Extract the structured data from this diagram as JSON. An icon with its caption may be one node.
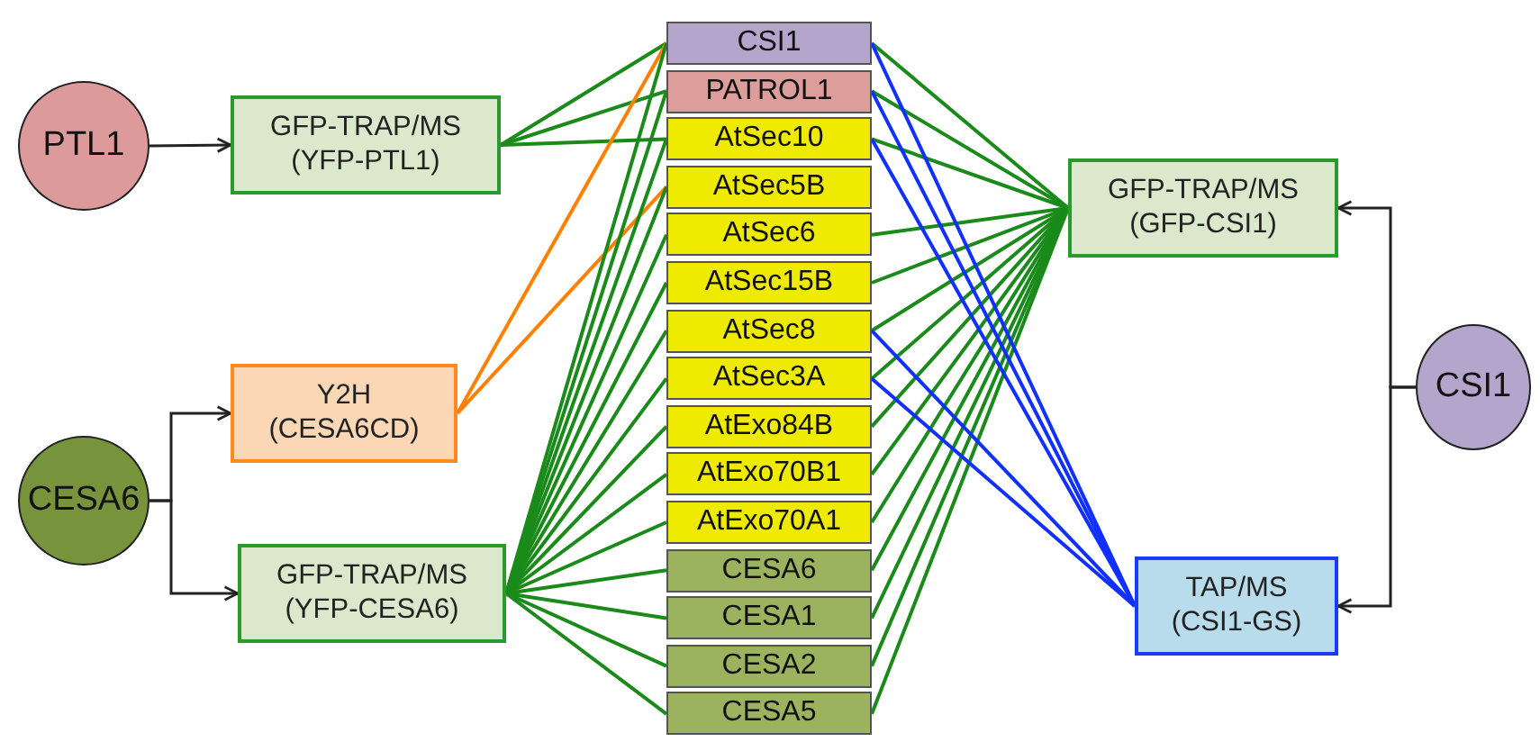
{
  "diagram": {
    "nodes": [
      {
        "text": [
          "PTL1"
        ]
      },
      {
        "text": [
          "GFP-TRAP/MS",
          "(YFP-PTL1)"
        ]
      },
      {
        "text": [
          "CESA6"
        ]
      },
      {
        "text": [
          "Y2H",
          "(CESA6CD)"
        ]
      },
      {
        "text": [
          "GFP-TRAP/MS",
          "(YFP-CESA6)"
        ]
      },
      {
        "text": [
          "CSI1"
        ]
      },
      {
        "text": [
          "PATROL1"
        ]
      },
      {
        "text": [
          "AtSec10"
        ]
      },
      {
        "text": [
          "AtSec5B"
        ]
      },
      {
        "text": [
          "AtSec6"
        ]
      },
      {
        "text": [
          "AtSec15B"
        ]
      },
      {
        "text": [
          "AtSec8"
        ]
      },
      {
        "text": [
          "AtSec3A"
        ]
      },
      {
        "text": [
          "AtExo84B"
        ]
      },
      {
        "text": [
          "AtExo70B1"
        ]
      },
      {
        "text": [
          "AtExo70A1"
        ]
      },
      {
        "text": [
          "CESA6"
        ]
      },
      {
        "text": [
          "CESA1"
        ]
      },
      {
        "text": [
          "CESA2"
        ]
      },
      {
        "text": [
          "CESA5"
        ]
      },
      {
        "text": [
          "GFP-TRAP/MS",
          "(GFP-CSI1)"
        ]
      },
      {
        "text": [
          "CSI1"
        ]
      },
      {
        "text": [
          "TAP/MS",
          "(CSI1-GS)"
        ]
      }
    ],
    "edges": [
      {
        "from": 0,
        "to": 1,
        "arrow": "to",
        "color": "#222222"
      },
      {
        "from": 2,
        "to": 3,
        "arrow": "to",
        "color": "#222222"
      },
      {
        "from": 2,
        "to": 4,
        "arrow": "to",
        "color": "#222222"
      },
      {
        "from": 21,
        "to": 20,
        "arrow": "to",
        "color": "#222222"
      },
      {
        "from": 21,
        "to": 22,
        "arrow": "to",
        "color": "#222222"
      },
      {
        "from": 1,
        "to": 5,
        "arrow": "none"
      },
      {
        "from": 1,
        "to": 6,
        "arrow": "none"
      },
      {
        "from": 1,
        "to": 7,
        "arrow": "none"
      },
      {
        "from": 3,
        "to": 5,
        "arrow": "none",
        "color": "#ff8000"
      },
      {
        "from": 3,
        "to": 8,
        "arrow": "none",
        "color": "#ff8000"
      },
      {
        "from": 4,
        "to": 5,
        "arrow": "none"
      },
      {
        "from": 4,
        "to": 6,
        "arrow": "none"
      },
      {
        "from": 4,
        "to": 7,
        "arrow": "none"
      },
      {
        "from": 4,
        "to": 8,
        "arrow": "none"
      },
      {
        "from": 4,
        "to": 9,
        "arrow": "none"
      },
      {
        "from": 4,
        "to": 10,
        "arrow": "none"
      },
      {
        "from": 4,
        "to": 11,
        "arrow": "none"
      },
      {
        "from": 4,
        "to": 12,
        "arrow": "none"
      },
      {
        "from": 4,
        "to": 13,
        "arrow": "none"
      },
      {
        "from": 4,
        "to": 14,
        "arrow": "none"
      },
      {
        "from": 4,
        "to": 15,
        "arrow": "none"
      },
      {
        "from": 4,
        "to": 16,
        "arrow": "none"
      },
      {
        "from": 4,
        "to": 17,
        "arrow": "none"
      },
      {
        "from": 4,
        "to": 18,
        "arrow": "none"
      },
      {
        "from": 4,
        "to": 19,
        "arrow": "none"
      },
      {
        "from": 20,
        "to": 5,
        "arrow": "none"
      },
      {
        "from": 20,
        "to": 6,
        "arrow": "none"
      },
      {
        "from": 20,
        "to": 7,
        "arrow": "none"
      },
      {
        "from": 20,
        "to": 9,
        "arrow": "none"
      },
      {
        "from": 20,
        "to": 10,
        "arrow": "none"
      },
      {
        "from": 20,
        "to": 11,
        "arrow": "none"
      },
      {
        "from": 20,
        "to": 12,
        "arrow": "none"
      },
      {
        "from": 20,
        "to": 13,
        "arrow": "none"
      },
      {
        "from": 20,
        "to": 14,
        "arrow": "none"
      },
      {
        "from": 20,
        "to": 15,
        "arrow": "none"
      },
      {
        "from": 20,
        "to": 16,
        "arrow": "none"
      },
      {
        "from": 20,
        "to": 17,
        "arrow": "none"
      },
      {
        "from": 20,
        "to": 18,
        "arrow": "none"
      },
      {
        "from": 20,
        "to": 19,
        "arrow": "none"
      },
      {
        "from": 22,
        "to": 5,
        "arrow": "none",
        "color": "#1030ff"
      },
      {
        "from": 22,
        "to": 6,
        "arrow": "none",
        "color": "#1030ff"
      },
      {
        "from": 22,
        "to": 7,
        "arrow": "none",
        "color": "#1030ff"
      },
      {
        "from": 22,
        "to": 11,
        "arrow": "none",
        "color": "#1030ff"
      },
      {
        "from": 22,
        "to": 12,
        "arrow": "none",
        "color": "#1030ff"
      }
    ]
  }
}
